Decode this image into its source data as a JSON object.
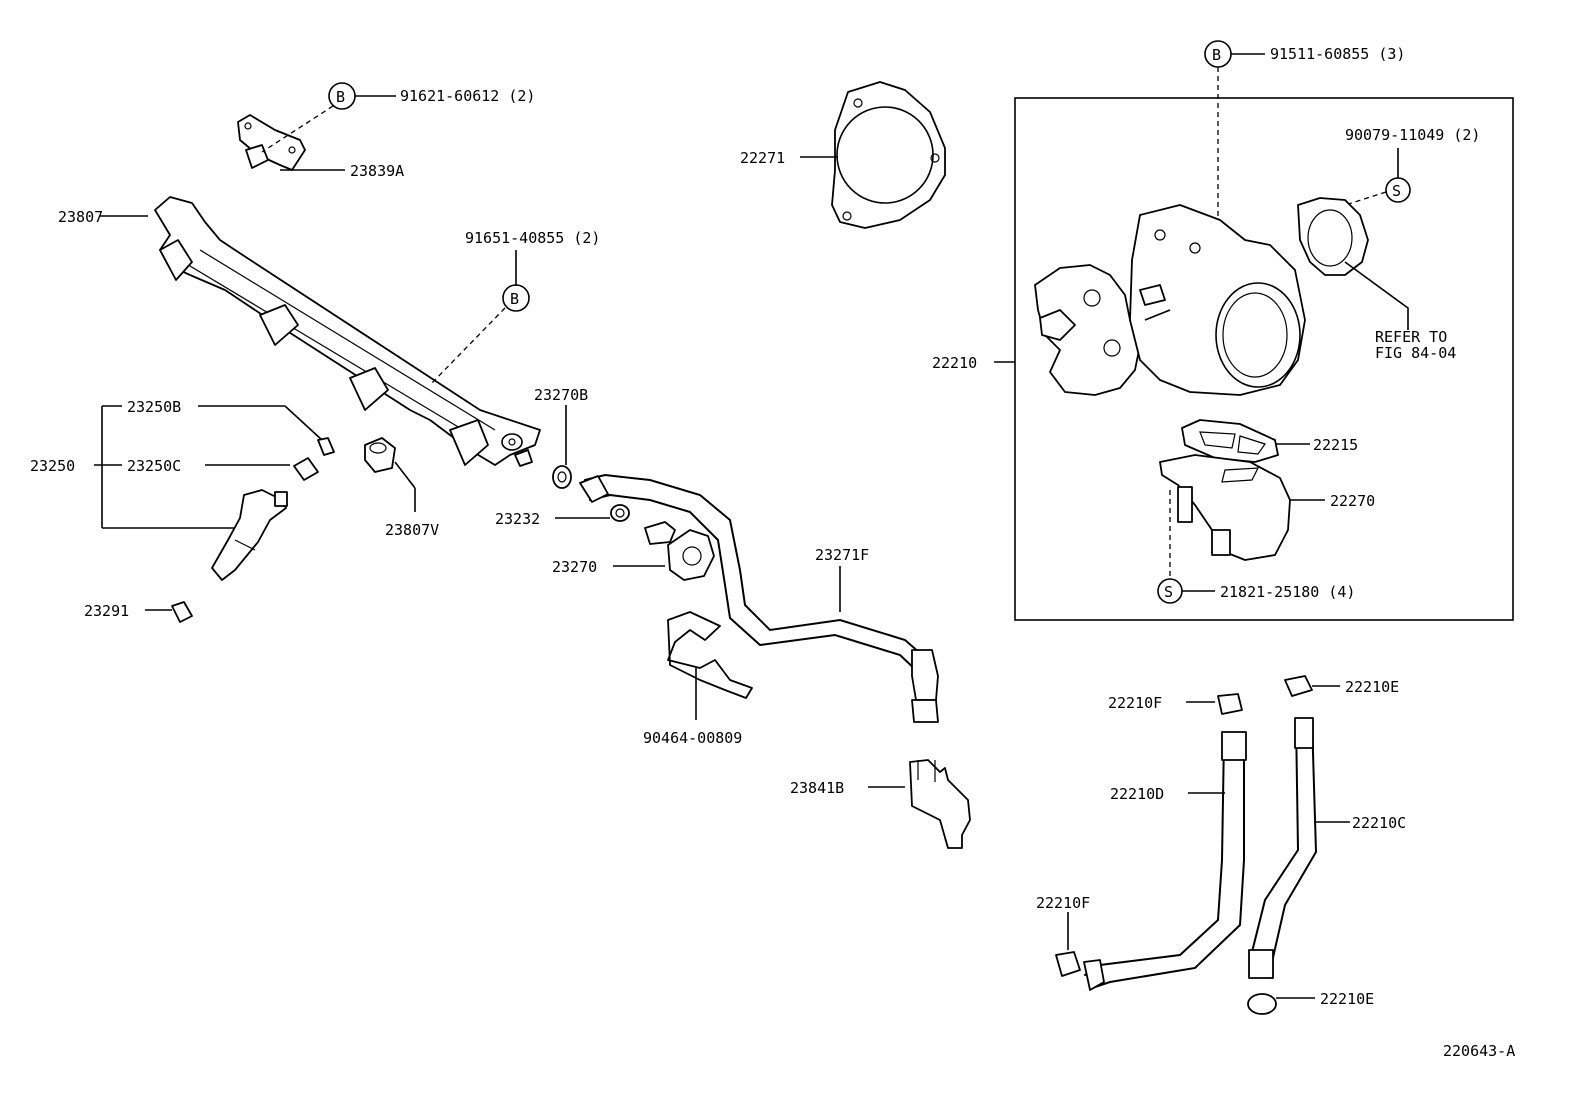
{
  "callouts": {
    "b_bolt_1": {
      "marker": "B",
      "part": "91621-60612 (2)"
    },
    "b_bolt_2": {
      "marker": "B",
      "part": "91651-40855 (2)"
    },
    "b_bolt_3": {
      "marker": "B",
      "part": "91511-60855 (3)"
    },
    "s_screw_1": {
      "marker": "S",
      "part": "90079-11049 (2)"
    },
    "s_screw_2": {
      "marker": "S",
      "part": "21821-25180 (4)"
    }
  },
  "labels": {
    "p23839A": "23839A",
    "p23807": "23807",
    "p22271": "22271",
    "p23250B": "23250B",
    "p23250": "23250",
    "p23250C": "23250C",
    "p23807V": "23807V",
    "p23270B": "23270B",
    "p23232": "23232",
    "p23270": "23270",
    "p23271F": "23271F",
    "p23291": "23291",
    "p90464": "90464-00809",
    "p23841B": "23841B",
    "p22210": "22210",
    "p22215": "22215",
    "p22270": "22270",
    "p22210F_top": "22210F",
    "p22210E_top": "22210E",
    "p22210D": "22210D",
    "p22210C": "22210C",
    "p22210F_bot": "22210F",
    "p22210E_bot": "22210E",
    "refer_line1": "REFER TO",
    "refer_line2": "FIG 84-04"
  },
  "figure_id": "220643-A"
}
